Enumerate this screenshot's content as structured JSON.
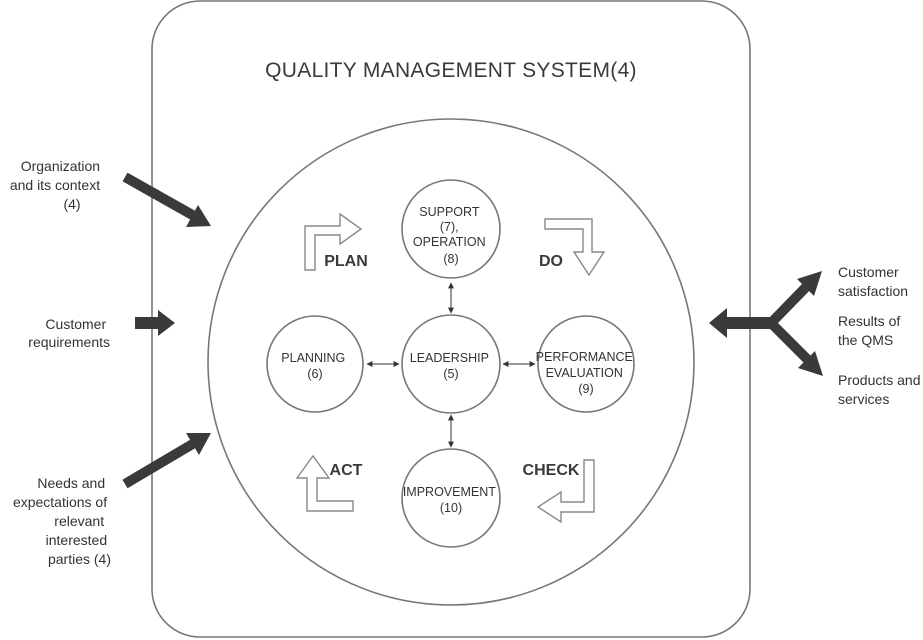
{
  "title": "QUALITY MANAGEMENT SYSTEM(4)",
  "nodes": {
    "support": [
      "SUPPORT",
      "(7),",
      "OPERATION",
      "(8)"
    ],
    "planning": [
      "PLANNING",
      "(6)"
    ],
    "leadership": [
      "LEADERSHIP",
      "(5)"
    ],
    "performance": [
      "PERFORMANCE",
      "EVALUATION",
      "(9)"
    ],
    "improvement": [
      "IMPROVEMENT",
      "(10)"
    ]
  },
  "pdca": {
    "plan": "PLAN",
    "do": "DO",
    "check": "CHECK",
    "act": "ACT"
  },
  "inputs": {
    "context": [
      "Organization",
      "and its context",
      "(4)"
    ],
    "requirements": [
      "Customer",
      "requirements"
    ],
    "needs": [
      "Needs and",
      "expectations of",
      "relevant",
      "interested",
      "parties (4)"
    ]
  },
  "outputs": {
    "satisfaction": [
      "Customer",
      "satisfaction"
    ],
    "results": [
      "Results of",
      "the QMS"
    ],
    "products": [
      "Products and",
      "services"
    ]
  },
  "colors": {
    "stroke": "#777777",
    "arrow": "#3a3a3a",
    "text": "#333333"
  }
}
